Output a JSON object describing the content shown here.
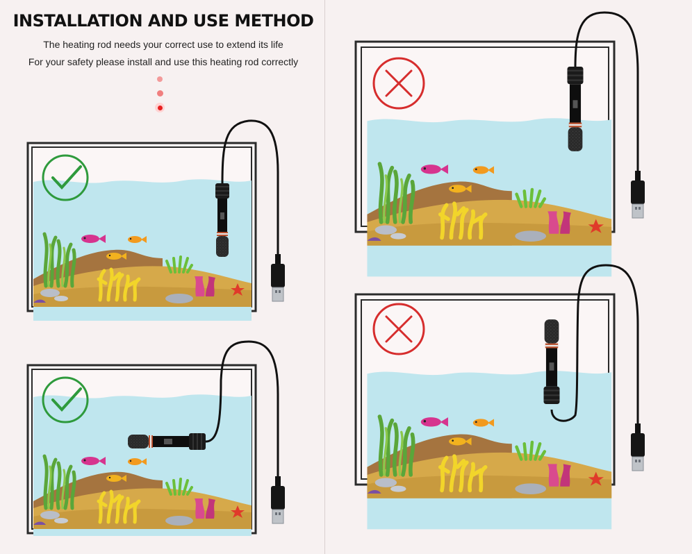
{
  "header": {
    "title": "INSTALLATION AND USE METHOD",
    "subtitle1": "The heating rod needs your correct use to extend its life",
    "subtitle2": "For your safety please install and use this heating rod correctly"
  },
  "colors": {
    "correct": "#2e9a3c",
    "wrong": "#d62d2d",
    "water": "#bfe6ee",
    "sand": "#d6a94a",
    "heater": "#1b1b1b"
  },
  "panels": [
    {
      "id": "vertical-correct",
      "status": "correct",
      "icon": "check-icon",
      "orientation": "vertical-submerged"
    },
    {
      "id": "horizontal-correct",
      "status": "correct",
      "icon": "check-icon",
      "orientation": "horizontal-submerged"
    },
    {
      "id": "above-water-wrong",
      "status": "wrong",
      "icon": "x-icon",
      "orientation": "vertical-above-water"
    },
    {
      "id": "upside-down-wrong",
      "status": "wrong",
      "icon": "x-icon",
      "orientation": "vertical-inverted"
    }
  ]
}
